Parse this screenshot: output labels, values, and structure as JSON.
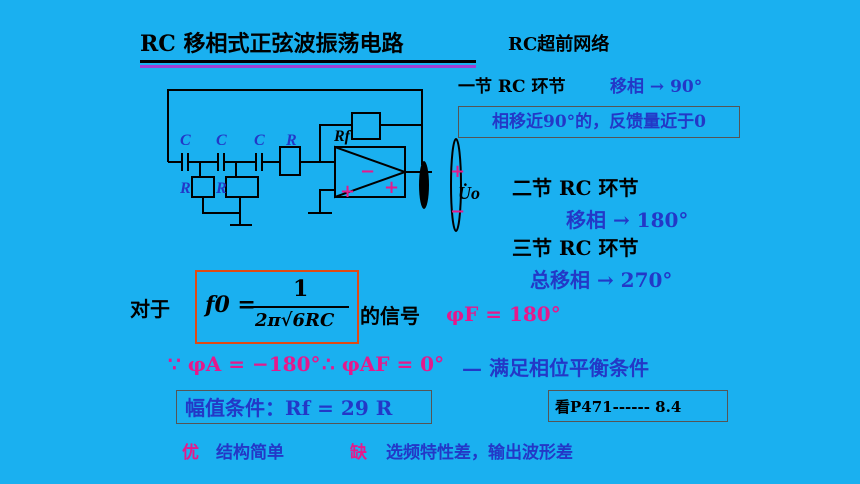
{
  "title": "RC 移相式正弦波振荡电路",
  "lead_network": "RC超前网络",
  "stage1": {
    "label": "一节 RC 环节",
    "shift": "移相 → 90°"
  },
  "note_box": "相移近90°的，反馈量近于0",
  "stage2": {
    "label": "二节 RC 环节",
    "shift": "移相 → 180°"
  },
  "stage3": {
    "label": "三节 RC 环节",
    "shift": "总移相 → 270°"
  },
  "circuit": {
    "c1": "C",
    "c2": "C",
    "c3": "C",
    "r_series": "R",
    "r1": "R",
    "r2": "R",
    "rf": "Rf",
    "out": "U̇o",
    "plus": "+",
    "minus": "−"
  },
  "formula": {
    "prefix": "对于",
    "lhs": "f0 =",
    "numerator": "1",
    "denominator": "2π√6RC",
    "suffix": "的信号",
    "phi_f": "φF = 180°"
  },
  "phase": {
    "phi_a": "∵ φA = −180°",
    "phi_af": "∴ φAF = 0°",
    "conclusion": "— 满足相位平衡条件"
  },
  "amplitude": "幅值条件：Rf = 29 R",
  "reference": "看P471------   8.4",
  "pros": {
    "good_label": "优",
    "good_text": "结构简单",
    "bad_label": "缺",
    "bad_text": "选频特性差，输出波形差"
  },
  "colors": {
    "background": "#1ab0f0",
    "blue_text": "#2338c7",
    "pink_text": "#e5198c",
    "formula_border": "#e04a12"
  }
}
